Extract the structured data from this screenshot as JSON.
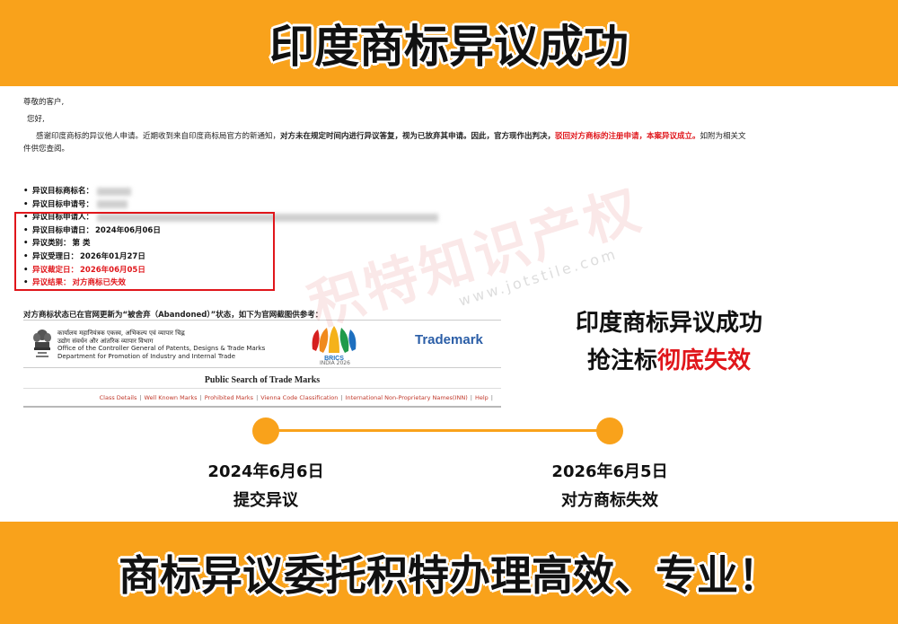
{
  "banner": {
    "title": "印度商标异议成功"
  },
  "letter": {
    "greeting": "尊敬的客户,",
    "hello": "您好,",
    "body_intro": "感谢印度商标的异议他人申请。近期收到来自印度商标局官方的新通知，",
    "body_bold": "对方未在规定时间内进行异议答复，视为已放弃其申请。因此，官方现作出判决，",
    "body_red": "驳回对方商标的注册申请，本案异议成立。",
    "body_tail": "如附为相关文件供您查阅。"
  },
  "fields": [
    {
      "label": "异议目标商标名：",
      "value": ""
    },
    {
      "label": "异议目标申请号：",
      "value": ""
    },
    {
      "label": "异议目标申请人：",
      "value": ""
    },
    {
      "label": "异议目标申请日：",
      "value": "2024年06月06日"
    },
    {
      "label": "异议类别：",
      "value": "第  类"
    },
    {
      "label": "异议受理日：",
      "value": "2026年01月27日"
    },
    {
      "label": "异议裁定日：",
      "value": "2026年06月05日"
    },
    {
      "label": "异议结果：",
      "value": "对方商标已失效"
    }
  ],
  "status_line": "对方商标状态已在官网更新为“被舍弃（Abandoned）”状态，如下为官网截图供参考：",
  "gov": {
    "line1": "कार्यालय महानियंत्रक एकस्व, अभिकल्प एवं व्यापार चिह्न",
    "line2": "उद्योग संवर्धन और आंतरिक व्यापार विभाग",
    "line3": "Office of the Controller General of Patents, Designs & Trade Marks",
    "line4": "Department for Promotion of Industry and Internal Trade",
    "brics": "BRICS",
    "brics_sub": "INDIA 2026",
    "trademark": "Trademark"
  },
  "public_search": "Public Search of Trade Marks",
  "links": [
    "Class Details",
    "Well Known Marks",
    "Prohibited Marks",
    "Vienna Code Classification",
    "International Non-Proprietary Names(INN)",
    "Help"
  ],
  "watermark": {
    "brand": "积特知识产权",
    "url": "www.jotstile.com"
  },
  "headline": {
    "line1": "印度商标异议成功",
    "line2a": "抢注标",
    "line2b": "彻底失效"
  },
  "timeline": [
    {
      "date": "2024年6月6日",
      "label": "提交异议"
    },
    {
      "date": "2026年6月5日",
      "label": "对方商标失效"
    }
  ],
  "slogan": "商标异议委托积特办理高效、专业！",
  "colors": {
    "accent": "#f9a21b",
    "alert": "#e0161b",
    "link_blue": "#2b5ea7"
  }
}
